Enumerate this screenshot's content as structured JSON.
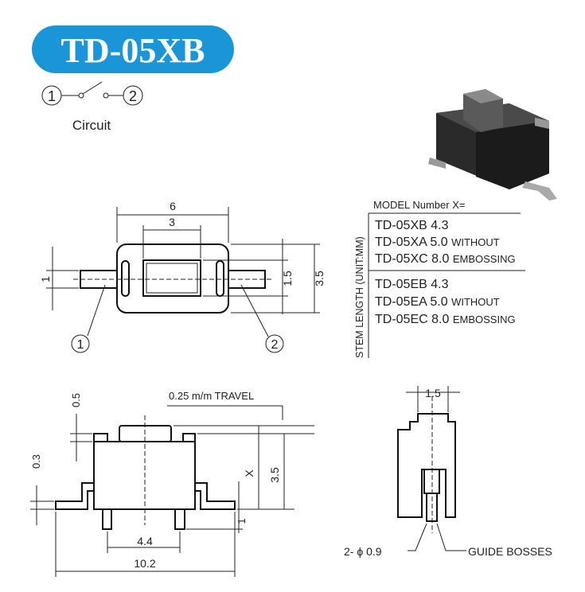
{
  "title": "TD-05XB",
  "brand_color": "#1a96d8",
  "circuit": {
    "pin1": "1",
    "pin2": "2",
    "label": "Circuit"
  },
  "model_table": {
    "header": "MODEL Number X=",
    "side_label": "STEM LENGTH (UNIT:MM)",
    "group1": [
      {
        "model": "TD-05XB",
        "length": "4.3",
        "note": ""
      },
      {
        "model": "TD-05XA",
        "length": "5.0",
        "note": "WITHOUT"
      },
      {
        "model": "TD-05XC",
        "length": "8.0",
        "note": "EMBOSSING"
      }
    ],
    "group2": [
      {
        "model": "TD-05EB",
        "length": "4.3",
        "note": ""
      },
      {
        "model": "TD-05EA",
        "length": "5.0",
        "note": "WITHOUT"
      },
      {
        "model": "TD-05EC",
        "length": "8.0",
        "note": "EMBOSSING"
      }
    ]
  },
  "top_view": {
    "width": "6",
    "stem_width": "3",
    "lead_width": "1",
    "stem_height": "1.5",
    "body_height": "3.5",
    "callout1": "1",
    "callout2": "2"
  },
  "side_view": {
    "travel": "0.25 m/m TRAVEL",
    "top_gap": "0.5",
    "lead_thickness": "0.3",
    "stem_length": "X",
    "body_height": "3.5",
    "boss_height": "1",
    "boss_pitch": "4.4",
    "total_width": "10.2"
  },
  "front_view": {
    "stem_width": "1.5",
    "boss_label": "2- ϕ 0.9",
    "guide_label": "GUIDE BOSSES"
  }
}
